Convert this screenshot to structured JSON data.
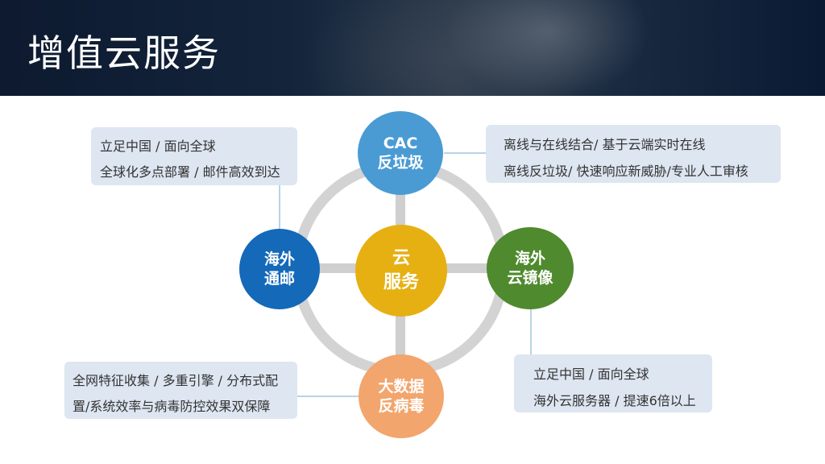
{
  "title": "增值云服务",
  "colors": {
    "ring": "#d3d3d3",
    "box_bg": "#dde6f1",
    "connector": "#6fa9cc"
  },
  "nodes": {
    "center": {
      "line1": "云",
      "line2": "服务",
      "color": "#e6b012"
    },
    "top": {
      "line1": "CAC",
      "line2": "反垃圾",
      "color": "#4a9bd4"
    },
    "left": {
      "line1": "海外",
      "line2": "通邮",
      "color": "#1469b9"
    },
    "right": {
      "line1": "海外",
      "line2": "云镜像",
      "color": "#4f8a2e"
    },
    "bottom": {
      "line1": "大数据",
      "line2": "反病毒",
      "color": "#f2a56c"
    }
  },
  "boxes": {
    "top_left": [
      "立足中国 / 面向全球",
      "全球化多点部署 / 邮件高效到达"
    ],
    "top_right": [
      "离线与在线结合/ 基于云端实时在线",
      "离线反垃圾/ 快速响应新威胁/专业人工审核"
    ],
    "bottom_left": [
      "全网特征收集 / 多重引擎 / 分布式配",
      "置/系统效率与病毒防控效果双保障"
    ],
    "bottom_right": [
      "立足中国 / 面向全球",
      "海外云服务器 / 提速6倍以上"
    ]
  }
}
